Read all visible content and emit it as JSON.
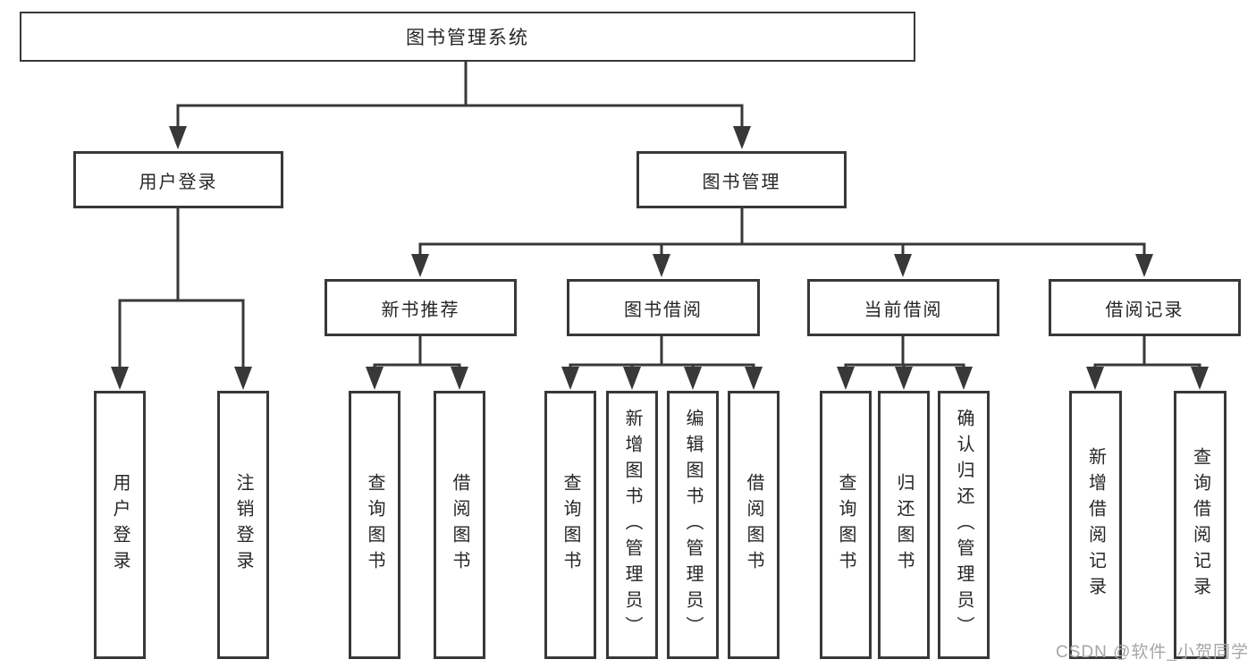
{
  "diagram": {
    "title": "图书管理系统",
    "tree": {
      "root": {
        "label": "图书管理系统",
        "children": [
          {
            "label": "用户登录",
            "children": [
              {
                "label": "用户登录"
              },
              {
                "label": "注销登录"
              }
            ]
          },
          {
            "label": "图书管理",
            "children": [
              {
                "label": "新书推荐",
                "children": [
                  {
                    "label": "查询图书"
                  },
                  {
                    "label": "借阅图书"
                  }
                ]
              },
              {
                "label": "图书借阅",
                "children": [
                  {
                    "label": "查询图书"
                  },
                  {
                    "label": "新增图书（管理员）"
                  },
                  {
                    "label": "编辑图书（管理员）"
                  },
                  {
                    "label": "借阅图书"
                  }
                ]
              },
              {
                "label": "当前借阅",
                "children": [
                  {
                    "label": "查询图书"
                  },
                  {
                    "label": "归还图书"
                  },
                  {
                    "label": "确认归还（管理员）"
                  }
                ]
              },
              {
                "label": "借阅记录",
                "children": [
                  {
                    "label": "新增借阅记录"
                  },
                  {
                    "label": "查询借阅记录"
                  }
                ]
              }
            ]
          }
        ]
      }
    },
    "watermark": "CSDN @软件_小贺同学",
    "colors": {
      "line": "#383838",
      "text": "#262626",
      "background": "#ffffff",
      "watermark": "#a6a6a6"
    }
  }
}
